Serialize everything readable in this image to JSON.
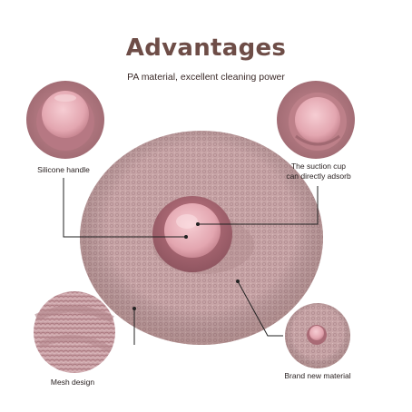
{
  "header": {
    "title": "Advantages",
    "subtitle": "PA material, excellent cleaning power"
  },
  "features": {
    "silicone_handle": "Silicone handle",
    "suction_cup_line1": "The suction cup",
    "suction_cup_line2": "can directly adsorb",
    "mesh_design": "Mesh design",
    "brand_new_material": "Brand new material"
  },
  "colors": {
    "title": "#6e4d47",
    "sponge": "#c9a6a8",
    "handle": "#e6a9b3",
    "handle_dark": "#a9737c",
    "leader_line": "#222222"
  }
}
